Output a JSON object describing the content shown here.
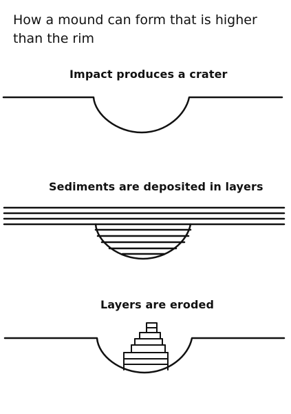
{
  "title": "How a mound can form that is higher than the rim",
  "stages": [
    {
      "caption": "Impact produces a crater"
    },
    {
      "caption": "Sediments are deposited in layers"
    },
    {
      "caption": "Layers are eroded"
    }
  ],
  "colors": {
    "line": "#111111",
    "background": "#ffffff"
  }
}
